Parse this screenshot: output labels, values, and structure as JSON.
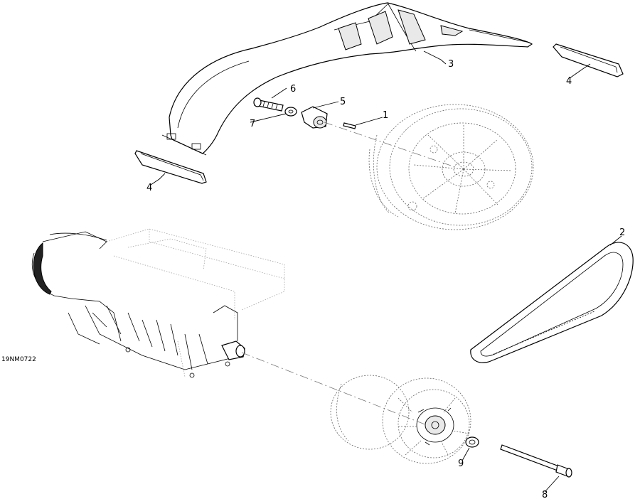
{
  "figure_code": "19NM0722",
  "callouts": [
    {
      "id": "c1",
      "label": "1"
    },
    {
      "id": "c2",
      "label": "2"
    },
    {
      "id": "c3",
      "label": "3"
    },
    {
      "id": "c4a",
      "label": "4"
    },
    {
      "id": "c4b",
      "label": "4"
    },
    {
      "id": "c5",
      "label": "5"
    },
    {
      "id": "c6",
      "label": "6"
    },
    {
      "id": "c7",
      "label": "7"
    },
    {
      "id": "c8",
      "label": "8"
    },
    {
      "id": "c9",
      "label": "9"
    }
  ]
}
